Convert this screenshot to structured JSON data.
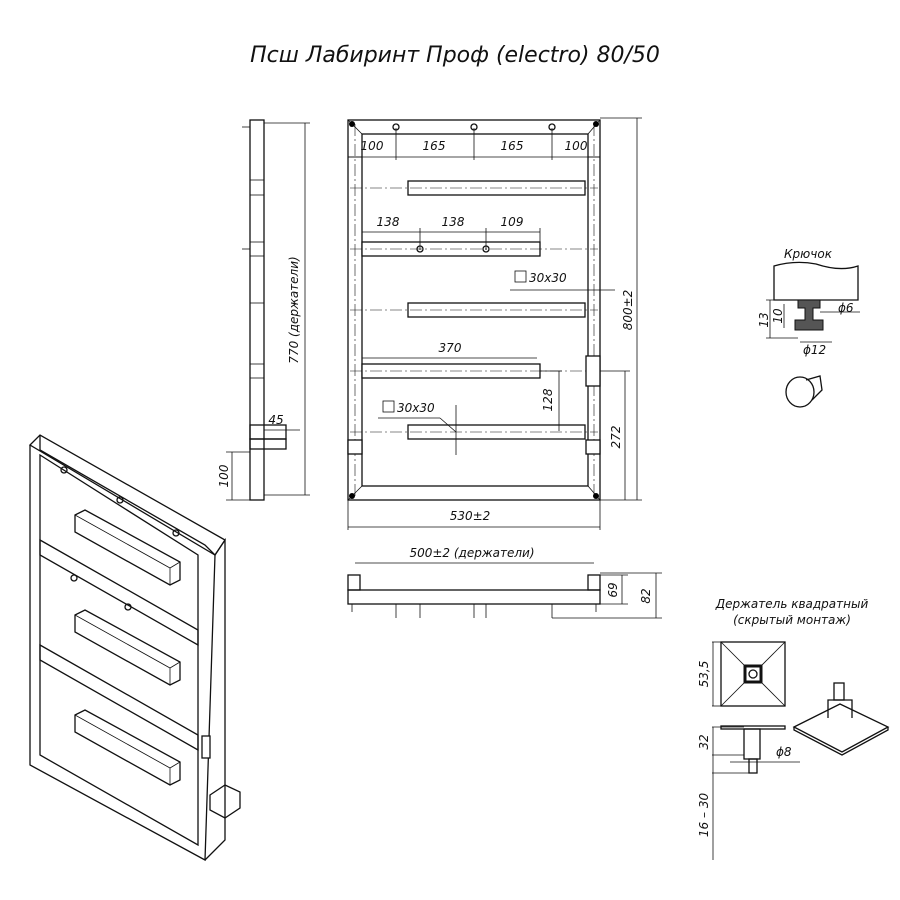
{
  "title": "Псш Лабиринт Проф (electro) 80/50",
  "front_view": {
    "top_spacing": [
      "100",
      "165",
      "165",
      "100"
    ],
    "bar_spacing": [
      "138",
      "138",
      "109"
    ],
    "profile_upper": "30x30",
    "profile_lower": "30x30",
    "height": "800±2",
    "bar_length": "370",
    "bar_gap": "128",
    "connection_height": "272",
    "width": "530±2"
  },
  "side_view": {
    "holder_distance": "770 (держатели)",
    "depth": "45",
    "bottom_offset": "100"
  },
  "bottom_view": {
    "holder_distance": "500±2 (держатели)",
    "depth_small": "69",
    "depth_total": "82"
  },
  "hook": {
    "title": "Крючок",
    "height_total": "13",
    "height_stem": "10",
    "diameter_stem": "ϕ6",
    "diameter_head": "ϕ12"
  },
  "holder": {
    "title_line1": "Держатель квадратный",
    "title_line2": "(скрытый монтаж)",
    "size": "53,5",
    "height": "32",
    "diameter": "ϕ8",
    "wall_depth": "16 – 30"
  }
}
